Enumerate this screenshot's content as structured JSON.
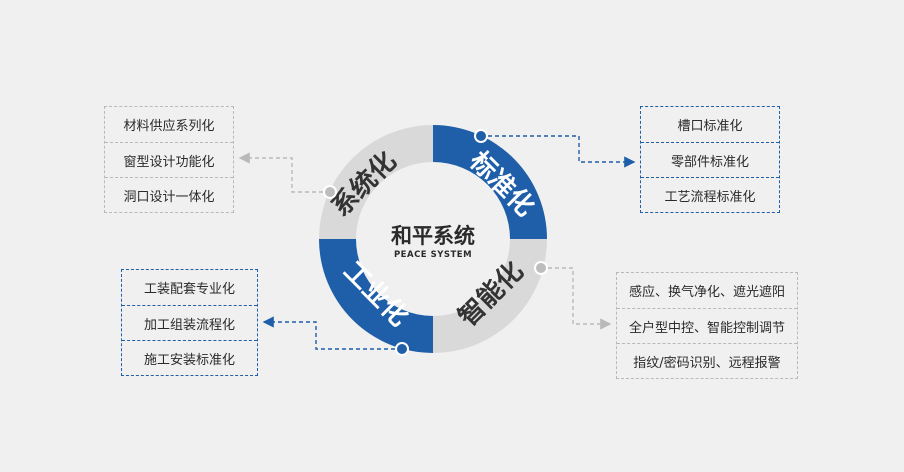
{
  "center": {
    "title": "和平系统",
    "subtitle": "PEACE SYSTEM"
  },
  "quadrants": {
    "top_left": {
      "label": "系统化"
    },
    "top_right": {
      "label": "标准化"
    },
    "bottom_right": {
      "label": "智能化"
    },
    "bottom_left": {
      "label": "工业化"
    }
  },
  "boxes": {
    "top_left": {
      "items": [
        "材料供应系列化",
        "窗型设计功能化",
        "洞口设计一体化"
      ]
    },
    "top_right": {
      "items": [
        "槽口标准化",
        "零部件标准化",
        "工艺流程标准化"
      ]
    },
    "bottom_left": {
      "items": [
        "工装配套专业化",
        "加工组装流程化",
        "施工安装标准化"
      ]
    },
    "bottom_right": {
      "items": [
        "感应、换气净化、遮光遮阳",
        "全户型中控、智能控制调节",
        "指纹/密码识别、远程报警"
      ]
    }
  },
  "colors": {
    "blue": "#1f5ea8",
    "gray_ring": "#d9d9d9",
    "connector_gray": "#b9b9b9",
    "background": "#f0f0f0"
  }
}
